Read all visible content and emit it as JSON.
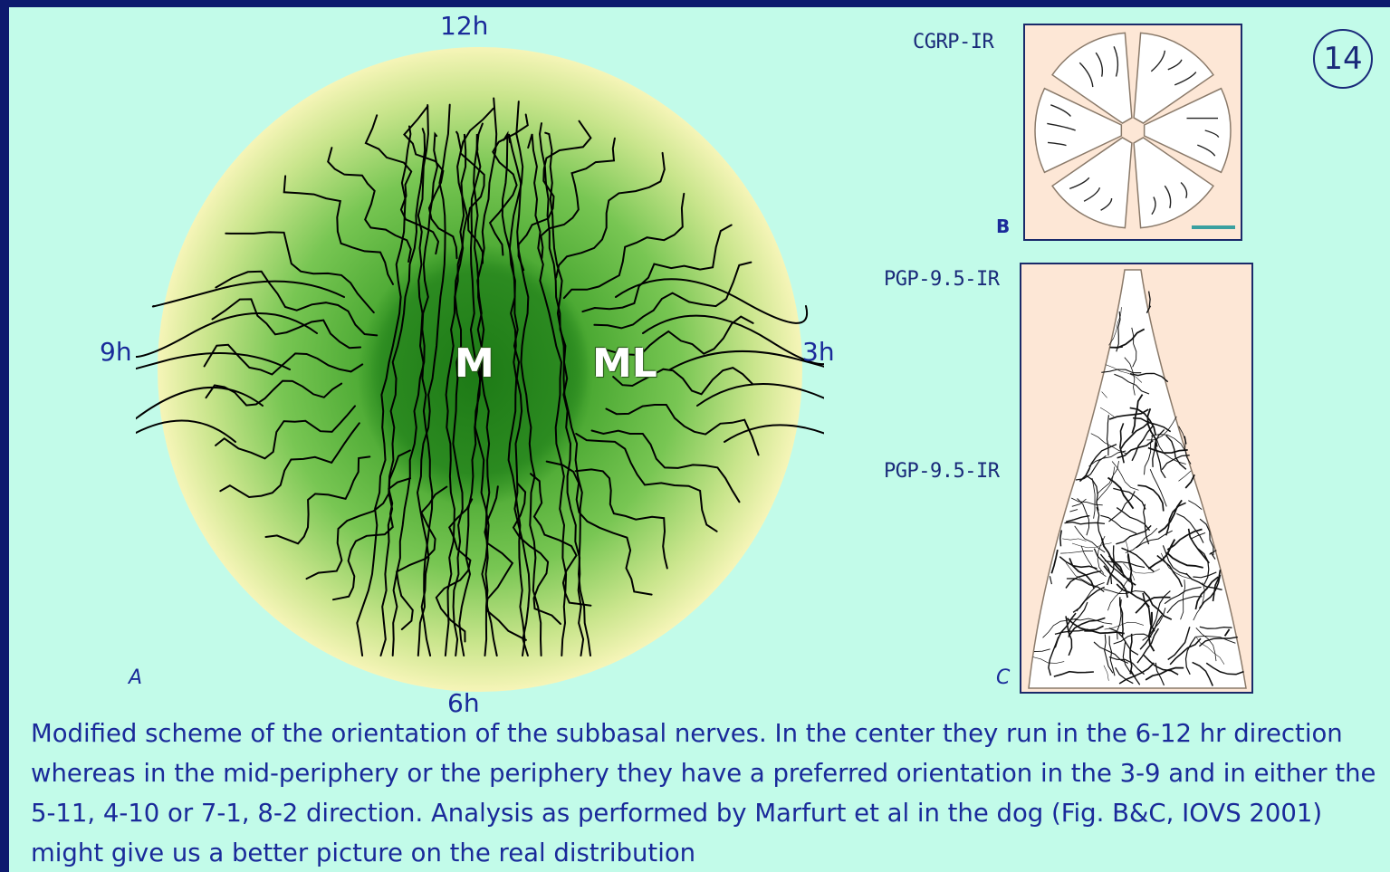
{
  "slide_number": "14",
  "clock_labels": {
    "top": "12h",
    "right": "3h",
    "bottom": "6h",
    "left": "9h"
  },
  "zone_labels": {
    "center": "M",
    "mid": "ML"
  },
  "panel_letters": {
    "a": "A",
    "b": "B",
    "c": "C"
  },
  "stain_labels": {
    "b": "CGRP-IR",
    "c_top": "PGP-9.5-IR",
    "c_mid": "PGP-9.5-IR"
  },
  "caption": "Modified scheme of the orientation of the subbasal nerves. In the center they run in the 6-12 hr direction whereas in the mid-periphery or the periphery they have a preferred orientation in the 3-9 and in either the 5-11, 4-10 or 7-1, 8-2 direction. Analysis as performed by Marfurt et al in the dog (Fig. B&C, IOVS 2001) might give us a better picture on the real distribution",
  "colors": {
    "frame": "#0d1a6e",
    "background": "#c2fbe9",
    "text": "#1a2a9a",
    "cornea_center": "#2e8a1e",
    "cornea_mid": "#6cc24a",
    "cornea_edge": "#f6f5b8",
    "panel_fill": "#fde7d6",
    "nerve": "#000000"
  }
}
